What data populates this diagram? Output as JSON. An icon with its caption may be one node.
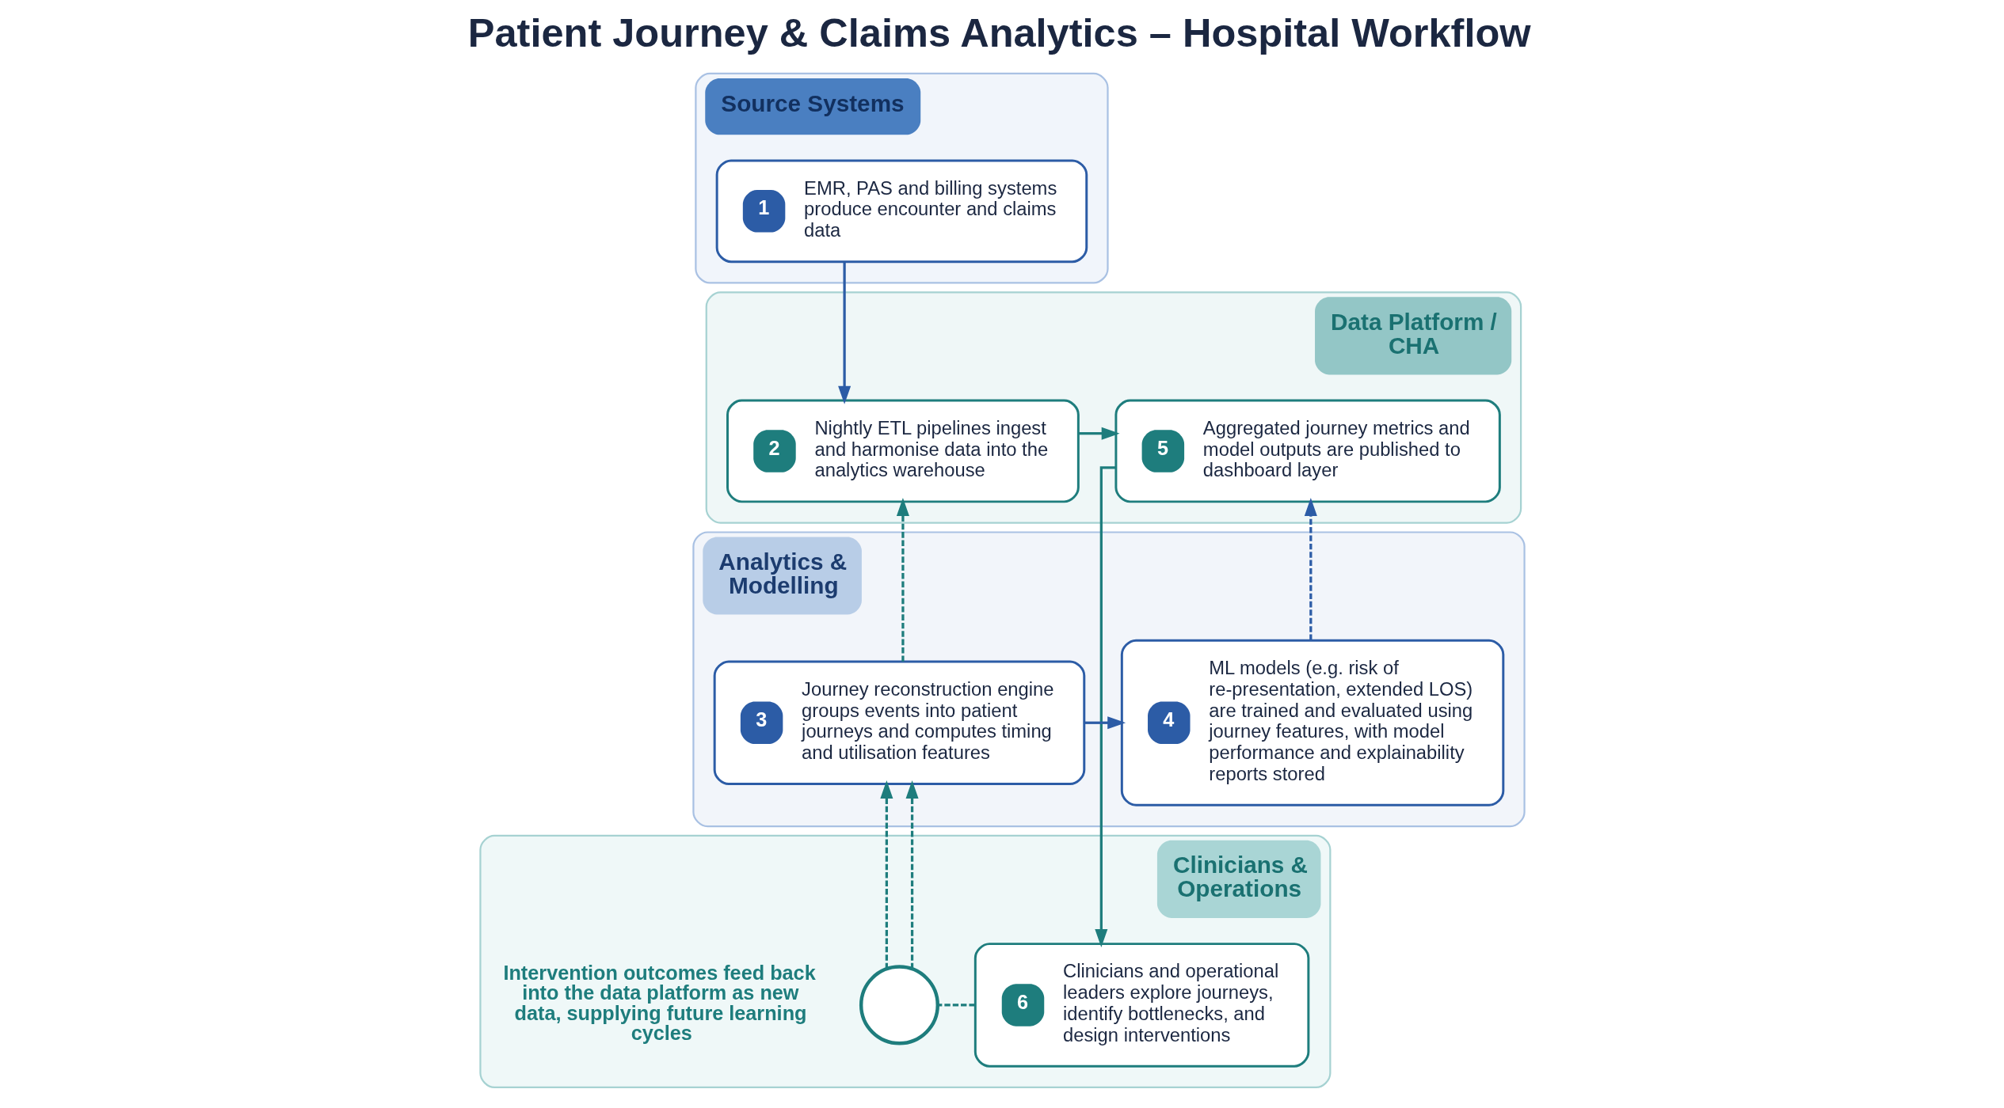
{
  "diagram": {
    "title": "Patient Journey & Claims Analytics – Hospital Workflow",
    "nodes": [
      {
        "text": [
          "Source Systems"
        ]
      },
      {
        "text": [
          "1",
          "EMR, PAS and billing systems produce encounter and claims data"
        ],
        "in": 0
      },
      {
        "text": [
          "Data Platform / CHA"
        ]
      },
      {
        "text": [
          "2",
          "Nightly ETL pipelines ingest and harmonise data into the analytics warehouse"
        ],
        "in": 2
      },
      {
        "text": [
          "5",
          "Aggregated journey metrics and model outputs are published to dashboard layer"
        ],
        "in": 2
      },
      {
        "text": [
          "Analytics & Modelling"
        ]
      },
      {
        "text": [
          "3",
          "Journey reconstruction engine groups events into patient journeys and computes timing and utilisation features"
        ],
        "in": 5
      },
      {
        "text": [
          "4",
          "ML models (e.g. risk of re-presentation, extended LOS) are trained and evaluated using journey features, with model performance and explainability reports stored"
        ],
        "in": 5
      },
      {
        "text": [
          "Clinicians & Operations"
        ]
      },
      {
        "text": [
          "6",
          "Clinicians and operational leaders explore journeys, identify bottlenecks, and design interventions"
        ],
        "in": 8
      },
      {
        "text": [],
        "shape": "circle",
        "in": 8,
        "beside": [
          "Intervention outcomes feed back into the data platform as new data, supplying future learning cycles"
        ]
      }
    ],
    "edges": [
      {
        "from": 1,
        "to": 3,
        "arrow": "to",
        "color": "#2c5ca6"
      },
      {
        "from": 3,
        "to": 4,
        "arrow": "to"
      },
      {
        "from": 6,
        "to": 3,
        "arrow": "to",
        "style": "dashed"
      },
      {
        "from": 6,
        "to": 7,
        "arrow": "to",
        "color": "#2c5ca6"
      },
      {
        "from": 7,
        "to": 4,
        "arrow": "to",
        "style": "dashed",
        "color": "#2c5ca6"
      },
      {
        "from": 4,
        "to": 9,
        "arrow": "to"
      },
      {
        "from": 9,
        "to": 10,
        "arrow": "none",
        "style": "dashed"
      },
      {
        "from": 10,
        "to": 6,
        "arrow": "to",
        "style": "dashed"
      },
      {
        "from": 10,
        "to": 6,
        "arrow": "to",
        "style": "dashed"
      }
    ]
  }
}
